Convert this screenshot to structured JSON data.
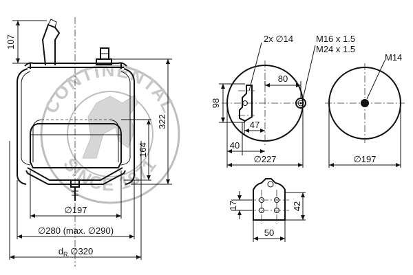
{
  "watermark": {
    "text_top": "CONTINENTAL",
    "text_bottom": "SINCE 1871"
  },
  "side_view": {
    "dim_top": "107",
    "dim_height": "322",
    "dim_piston_height": "164",
    "dim_piston_dia": "∅197",
    "dim_body_dia": "∅280 (max. ∅290)",
    "dim_dr_prefix": "d",
    "dim_dr_sub": "R",
    "dim_dr_value": "∅320"
  },
  "top_view": {
    "label_holes": "2x ∅14",
    "label_thread_1": "M16 x 1.5",
    "label_thread_2": "M24 x 1.5",
    "dim_98": "98",
    "dim_80": "80",
    "dim_47": "47",
    "dim_40": "40",
    "dim_227": "∅227"
  },
  "bottom_view": {
    "label_thread": "M14",
    "dim_197": "∅197"
  },
  "bracket_view": {
    "dim_17": "17",
    "dim_42": "42",
    "dim_50": "50"
  }
}
